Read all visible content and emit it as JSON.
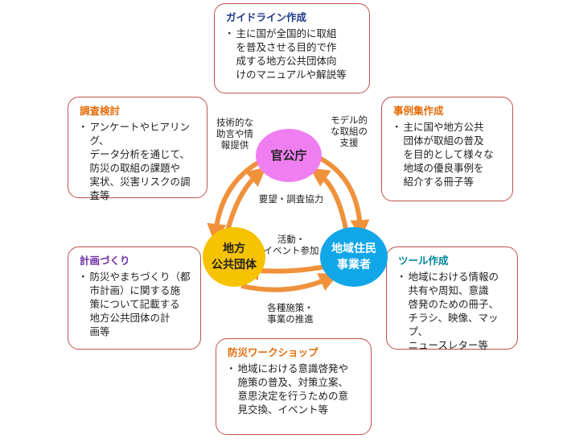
{
  "colors": {
    "box_border": "#c0504d",
    "title_guideline": "#1f3a8a",
    "title_orange": "#e36c09",
    "title_purple": "#7030a0",
    "title_teal": "#00869e",
    "gov_circle": "#ef7ff0",
    "local_circle": "#f7c200",
    "residents_circle": "#11a6e8",
    "arrow": "#f0913b"
  },
  "boxes": {
    "guideline": {
      "title": "ガイドライン作成",
      "bullet": "・",
      "text": "主に国が全国的に取組\nを普及させる目的で作\n成する地方公共団体向\nけのマニュアルや解説等"
    },
    "survey": {
      "title": "調査検討",
      "bullet": "・",
      "text": "アンケートやヒアリング、\nデータ分析を通じて、\n防災の取組の課題や\n実状、災害リスクの調\n査等"
    },
    "casebook": {
      "title": "事例集作成",
      "bullet": "・",
      "text": "主に国や地方公共\n団体が取組の普及\nを目的として様々な\n地域の優良事例を\n紹介する冊子等"
    },
    "planning": {
      "title": "計画づくり",
      "bullet": "・",
      "text": "防災やまちづくり（都\n市計画）に関する施\n策について記載する\n地方公共団体の計\n画等"
    },
    "tools": {
      "title": "ツール作成",
      "bullet": "・",
      "text": "地域における情報の\n共有や周知、意識\n啓発のための冊子、\nチラシ、映像、マップ、\nニュースレター等"
    },
    "workshop": {
      "title": "防災ワークショップ",
      "bullet": "・",
      "text": "地域における意識啓発や\n施策の普及、対策立案、\n意思決定を行うための意\n見交換、イベント等"
    }
  },
  "nodes": {
    "gov": "官公庁",
    "local": "地方\n公共団体",
    "residents": "地域住民\n事業者"
  },
  "arrow_labels": {
    "tech_advice": "技術的な\n助言や情\n報提供",
    "model": "モデル的\nな取組の\n支援",
    "request": "要望・調査協力",
    "activity": "活動・\nイベント参加",
    "measures": "各種施策・\n事業の推進"
  }
}
